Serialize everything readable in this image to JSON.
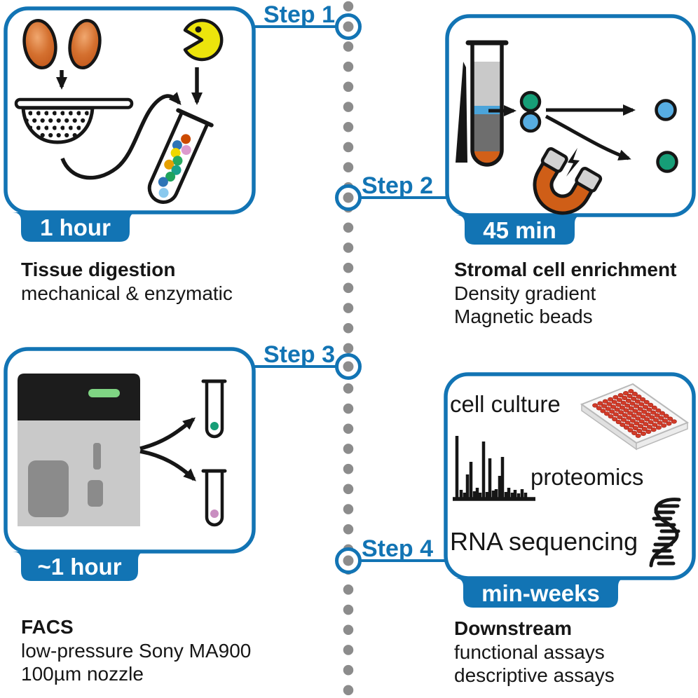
{
  "figure": {
    "type": "protocol-timeline-diagram",
    "accent_color": "#1274b4",
    "timeline_dot_color": "#8c8c8c"
  },
  "steps": [
    {
      "label": "Step 1",
      "duration": "1 hour",
      "title": "Tissue digestion",
      "details": [
        "mechanical & enzymatic"
      ],
      "icons": [
        "organ-pair-icon",
        "strainer-icon",
        "enzyme-pacman-icon",
        "cell-suspension-tube-icon"
      ]
    },
    {
      "label": "Step 2",
      "duration": "45 min",
      "title": "Stromal cell enrichment",
      "details": [
        "Density gradient",
        "Magnetic beads"
      ],
      "icons": [
        "density-gradient-tube-icon",
        "cell-dots-icon",
        "magnet-icon",
        "lightning-icon"
      ]
    },
    {
      "label": "Step 3",
      "duration": "~1 hour",
      "title": "FACS",
      "details": [
        "low-pressure Sony MA900",
        "100µm nozzle"
      ],
      "icons": [
        "cell-sorter-icon",
        "collection-tube-icons"
      ]
    },
    {
      "label": "Step 4",
      "duration": "min-weeks",
      "title": "Downstream",
      "details": [
        "functional assays",
        "descriptive assays"
      ],
      "items": [
        "cell culture",
        "proteomics",
        "RNA sequencing"
      ],
      "icons": [
        "well-plate-icon",
        "mass-spectrum-icon",
        "rna-icon"
      ]
    }
  ]
}
